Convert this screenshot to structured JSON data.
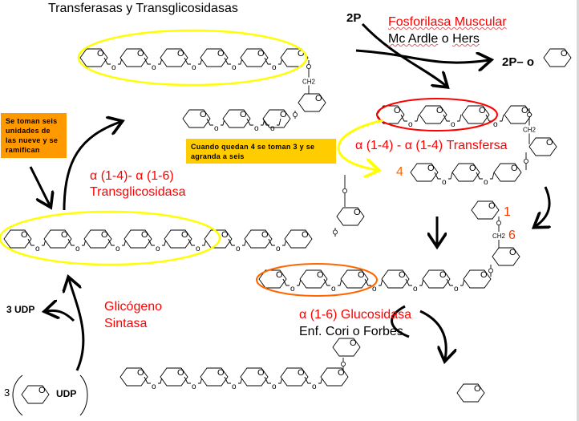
{
  "title": "Transferasas y Transglicosidasas",
  "phosphorylase": {
    "input": "2P",
    "enzyme": "Fosforilasa Muscular",
    "disease_a": "Mc Ardle",
    "disease_conj": "o",
    "disease_b": "Hers",
    "product": "2P– o"
  },
  "transferase": {
    "label": "α (1-4) - α (1-4) Transfersa",
    "count": "4"
  },
  "transglycosidase": {
    "line1": "α (1-4)- α (1-6)",
    "line2": "Transglicosidasa"
  },
  "glucosidase": {
    "label": "α (1-6) Glucosidasa",
    "disease": "Enf. Cori o Forbes",
    "pos1": "1",
    "pos6": "6"
  },
  "synthase": {
    "line1": "Glicógeno",
    "line2": "Sintasa",
    "product": "3 UDP",
    "substrate_coef": "3",
    "substrate_udp": "UDP"
  },
  "notes": {
    "orange": "Se toman seis unidades de las nueve y se ramifican",
    "yellow": "Cuando quedan 4 se toman 3 y se agranda a seis"
  },
  "glucose_labels": {
    "ring_o": "O",
    "link_o": "o",
    "ch2": "CH2"
  },
  "colors": {
    "red": "#ff0000",
    "yellow": "#ffff00",
    "orange_ellipse": "#ff6600",
    "orange_box": "#ff9900",
    "yellow_box": "#ffcc00"
  }
}
